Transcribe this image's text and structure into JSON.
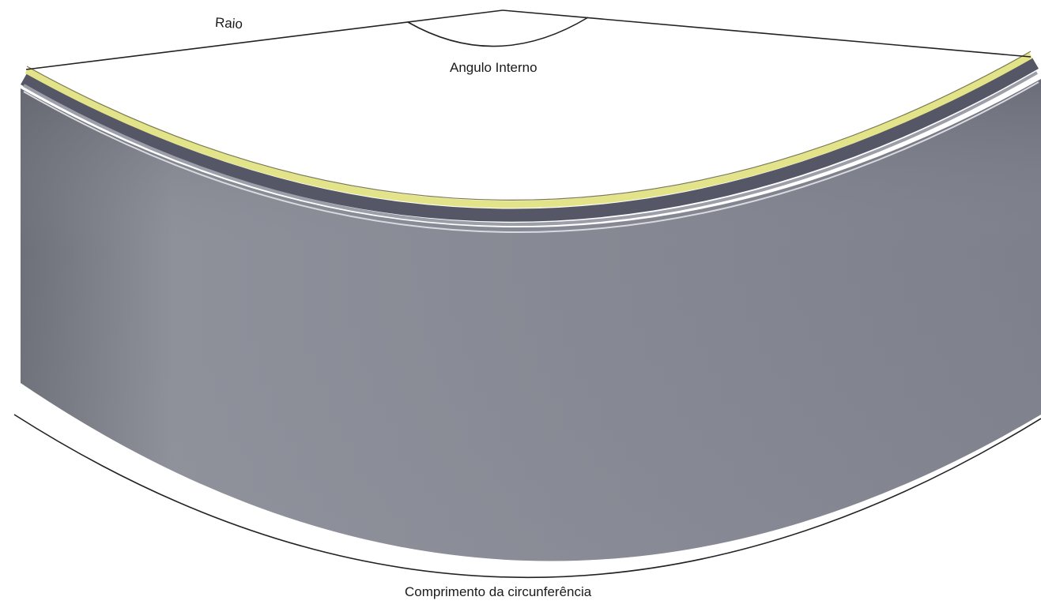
{
  "labels": {
    "radius": "Raio",
    "internal_angle": "Angulo Interno",
    "circumference_length": "Comprimento da circunferência"
  },
  "colors": {
    "background": "#ffffff",
    "segment_fill": "#8a8c96",
    "segment_edge": "#5f6170",
    "highlight_strip": "#e3e38a",
    "construction_lines": "#222222"
  }
}
